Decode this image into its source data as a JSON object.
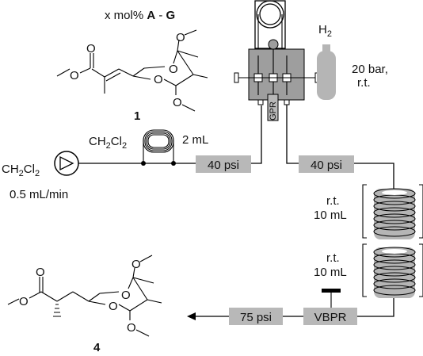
{
  "colors": {
    "box_fill": "#b8b8b8",
    "reactor_fill": "#9e9e9e",
    "cylinder_fill": "#b5b5b5",
    "coil_fill": "#b5b5b5",
    "line": "#000000"
  },
  "catalyst": {
    "prefix": "x mol% ",
    "first": "A",
    "dash": " - ",
    "last": "G"
  },
  "compound_start": {
    "label": "1"
  },
  "compound_product": {
    "label": "4"
  },
  "gas": {
    "name": "H",
    "subscript": "2",
    "pressure_line1": "20 bar,",
    "pressure_line2": "r.t."
  },
  "solvent_feed": {
    "pump_solvent": "CH",
    "pump_sub": "2",
    "pump_rest": "Cl",
    "pump_sub2": "2",
    "flow_rate": "0.5 mL/min"
  },
  "loop": {
    "solvent": "CH",
    "sub": "2",
    "rest": "Cl",
    "sub2": "2",
    "volume": "2 mL"
  },
  "device_label": "GPR",
  "bpr_inlet": "40 psi",
  "bpr_outlet": "40 psi",
  "reactor1": {
    "temp": "r.t.",
    "volume": "10 mL"
  },
  "reactor2": {
    "temp": "r.t.",
    "volume": "10 mL"
  },
  "vbpr": {
    "label": "VBPR",
    "pressure": "75 psi"
  }
}
